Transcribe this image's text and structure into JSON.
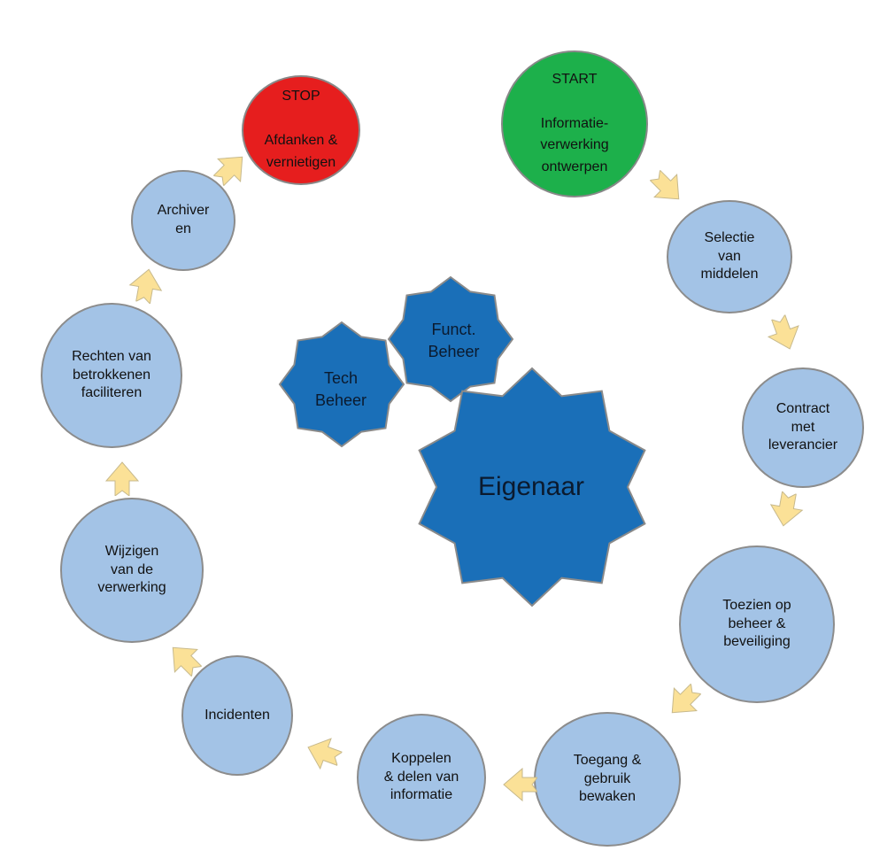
{
  "cycle": {
    "start": {
      "title": "START",
      "text": "Informatie-\nverwerking\nontwerpen"
    },
    "steps": [
      {
        "label": "Selectie\nvan\nmiddelen"
      },
      {
        "label": "Contract\nmet\nleverancier"
      },
      {
        "label": "Toezien op\nbeheer &\nbeveiliging"
      },
      {
        "label": "Toegang &\ngebruik\nbewaken"
      },
      {
        "label": "Koppelen\n& delen van\ninformatie"
      },
      {
        "label": "Incidenten"
      },
      {
        "label": "Wijzigen\nvan de\nverwerking"
      },
      {
        "label": "Rechten van\nbetrokkenen\nfaciliteren"
      },
      {
        "label": "Archiver\nen"
      }
    ],
    "stop": {
      "title": "STOP",
      "text": "Afdanken &\nvernietigen"
    }
  },
  "roles": {
    "owner": "Eigenaar",
    "functional": "Funct.\nBeheer",
    "technical": "Tech\nBeheer"
  },
  "colors": {
    "step_fill": "#a3c3e6",
    "start_fill": "#1db04b",
    "stop_fill": "#e61e1e",
    "role_fill": "#1a6fb8",
    "arrow_fill": "#fbe197"
  }
}
